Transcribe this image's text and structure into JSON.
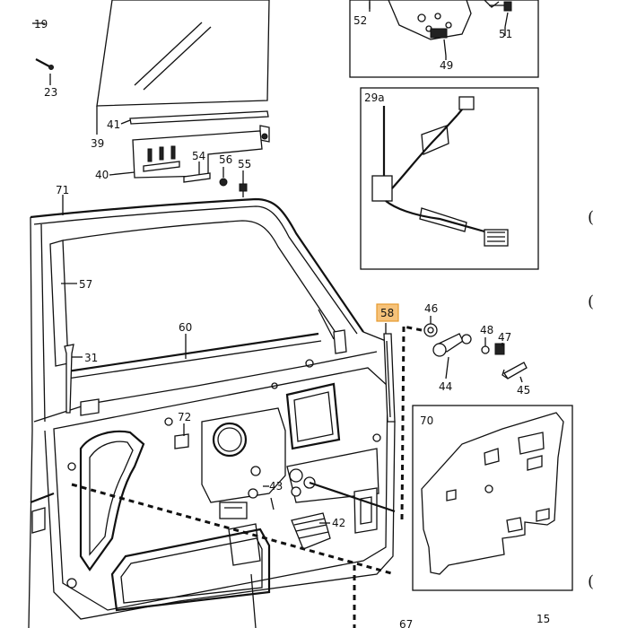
{
  "labels": {
    "l19": "19",
    "l23": "23",
    "l39": "39",
    "l40": "40",
    "l41": "41",
    "l54": "54",
    "l55": "55",
    "l56": "56",
    "l71": "71",
    "l57": "57",
    "l60": "60",
    "l31": "31",
    "l72": "72",
    "l43": "43",
    "l42": "42",
    "l52": "52",
    "l51": "51",
    "l49": "49",
    "l29a": "29a",
    "l58": "58",
    "l46": "46",
    "l48": "48",
    "l47": "47",
    "l44": "44",
    "l45": "45",
    "l70": "70",
    "l67": "67",
    "l15": "15"
  },
  "margin_marks": [
    "(",
    "(",
    "("
  ],
  "colors": {
    "highlight": "#f6c27a",
    "highlight_border": "#e59a2e",
    "ink": "#111111"
  }
}
